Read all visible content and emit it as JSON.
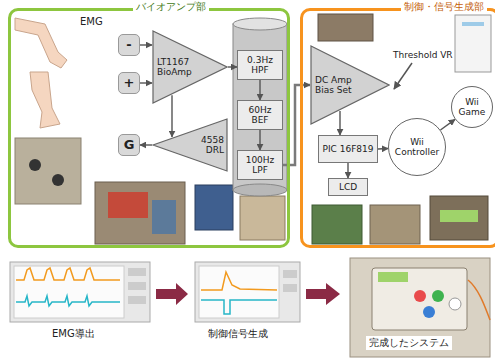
{
  "diagram": {
    "nodes": [
      {
        "text": [
          "バイオアンプ部"
        ]
      },
      {
        "text": [
          "-"
        ],
        "in": 0
      },
      {
        "text": [
          "+"
        ],
        "in": 0
      },
      {
        "text": [
          "G"
        ],
        "in": 0
      },
      {
        "text": [
          "LT1167 BioAmp"
        ],
        "in": 0
      },
      {
        "text": [
          "4558 DRL"
        ],
        "in": 0
      },
      {
        "text": [
          "0.3Hz HPF"
        ],
        "in": 0
      },
      {
        "text": [
          "60Hz BEF"
        ],
        "in": 0
      },
      {
        "text": [
          "100Hz LPF"
        ],
        "in": 0
      },
      {
        "text": [
          "制御・信号生成部"
        ]
      },
      {
        "text": [
          "DC Amp Bias Set"
        ],
        "in": 9
      },
      {
        "text": [
          "PIC 16F819"
        ],
        "in": 9
      },
      {
        "text": [
          "LCD"
        ],
        "in": 9
      },
      {
        "text": [
          "Wii Controller"
        ],
        "in": 9
      },
      {
        "text": [
          "Wii Game"
        ],
        "in": 9
      }
    ],
    "edges": [
      {
        "from": 1,
        "to": 4,
        "arrow": "to"
      },
      {
        "from": 2,
        "to": 4,
        "arrow": "to"
      },
      {
        "from": 5,
        "to": 3,
        "arrow": "to"
      },
      {
        "from": 4,
        "to": 5,
        "arrow": "to"
      },
      {
        "from": 4,
        "to": 6,
        "arrow": "to"
      },
      {
        "from": 6,
        "to": 7,
        "arrow": "to"
      },
      {
        "from": 7,
        "to": 8,
        "arrow": "to"
      },
      {
        "from": 8,
        "to": 10,
        "arrow": "to"
      },
      {
        "from": 10,
        "to": 11,
        "arrow": "to"
      },
      {
        "from": 11,
        "to": 12,
        "arrow": "to"
      },
      {
        "from": 11,
        "to": 13,
        "arrow": "to"
      },
      {
        "from": 13,
        "to": 14,
        "arrow": "to"
      }
    ],
    "labels": [
      "EMG",
      "Threshold VR",
      "EMG導出",
      "制御信号生成",
      "完成したシステム"
    ]
  }
}
